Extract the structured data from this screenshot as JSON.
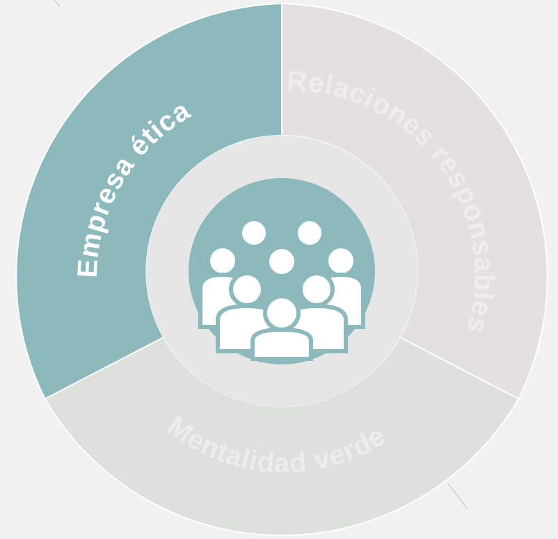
{
  "diagram": {
    "segments": [
      {
        "label": "Empresa ética",
        "color": "#8cb9bb",
        "text_color": "#ffffff"
      },
      {
        "label": "Relaciones responsables",
        "color": "#e4dfe0",
        "text_color": "#efeced"
      },
      {
        "label": "Mentalidad verde",
        "color": "#dde1dc",
        "text_color": "#ebedea"
      }
    ],
    "inner_ring_color": "#e6e6e6",
    "center_color": "#8cb9bb",
    "center_icon": "people-group-icon",
    "background": "#f1f1f1"
  }
}
